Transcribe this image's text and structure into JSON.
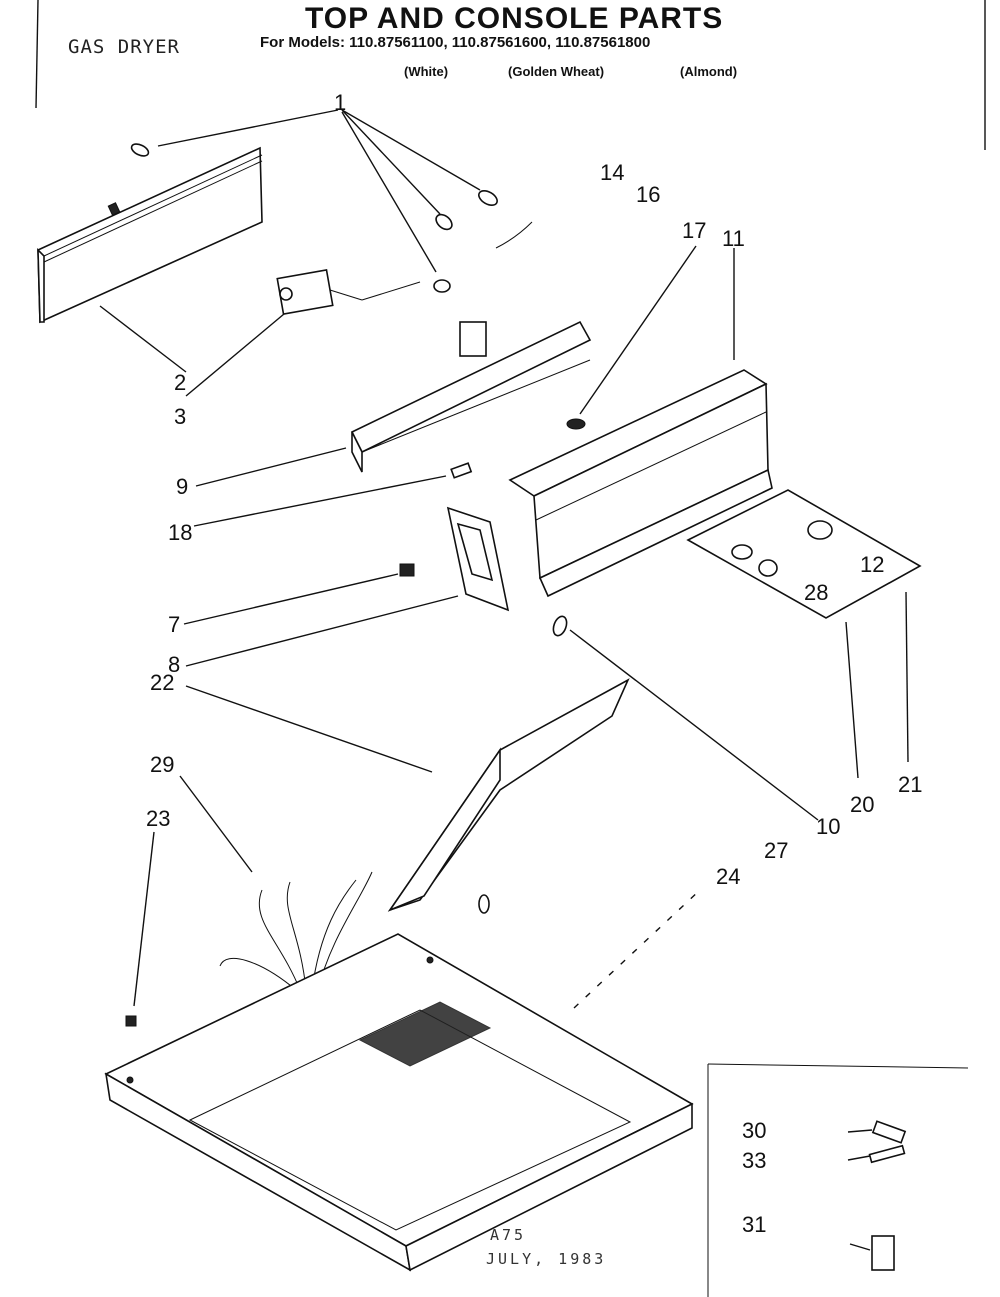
{
  "header": {
    "title": "TOP AND CONSOLE PARTS",
    "models_line": "For Models: 110.87561100, 110.87561600, 110.87561800",
    "color_white": "(White)",
    "color_golden_wheat": "(Golden Wheat)",
    "color_almond": "(Almond)"
  },
  "product_label": "GAS DRYER",
  "callouts": [
    "1",
    "2",
    "3",
    "7",
    "8",
    "9",
    "10",
    "11",
    "12",
    "14",
    "16",
    "17",
    "18",
    "20",
    "21",
    "22",
    "23",
    "24",
    "27",
    "28",
    "29",
    "30",
    "31",
    "33"
  ],
  "footer": {
    "code": "A75",
    "date": "JULY, 1983"
  }
}
